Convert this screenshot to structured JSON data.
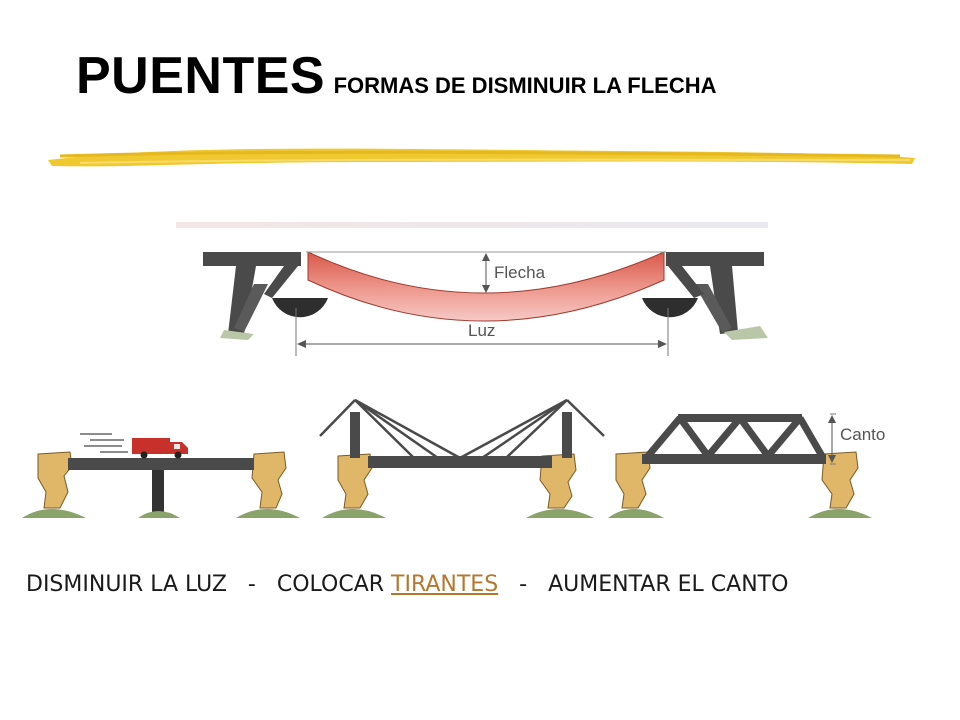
{
  "title": {
    "main": "PUENTES",
    "sub": "FORMAS DE DISMINUIR LA FLECHA"
  },
  "figure_top": {
    "flecha_label": "Flecha",
    "luz_label": "Luz"
  },
  "figure_canto": {
    "canto_label": "Canto"
  },
  "caption": {
    "part1": "DISMINUIR LA LUZ",
    "sep1": "   -   ",
    "part2": "COLOCAR ",
    "link": "TIRANTES",
    "sep2": "   -   ",
    "part3": "AUMENTAR EL CANTO"
  },
  "colors": {
    "accent_brush": "#f0c830",
    "beam_red": "#d9584a",
    "beam_pink": "#f6c9c6",
    "steel": "#4a4a4a",
    "rock": "#e0b768",
    "truck_red": "#c8312b",
    "link": "#b5772d"
  }
}
